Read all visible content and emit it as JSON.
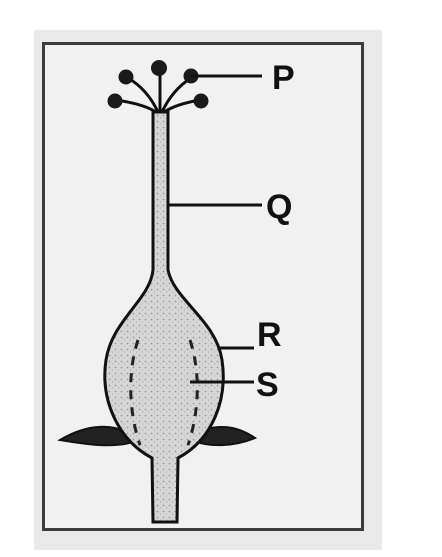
{
  "labels": {
    "p": "P",
    "q": "Q",
    "r": "R",
    "s": "S"
  }
}
